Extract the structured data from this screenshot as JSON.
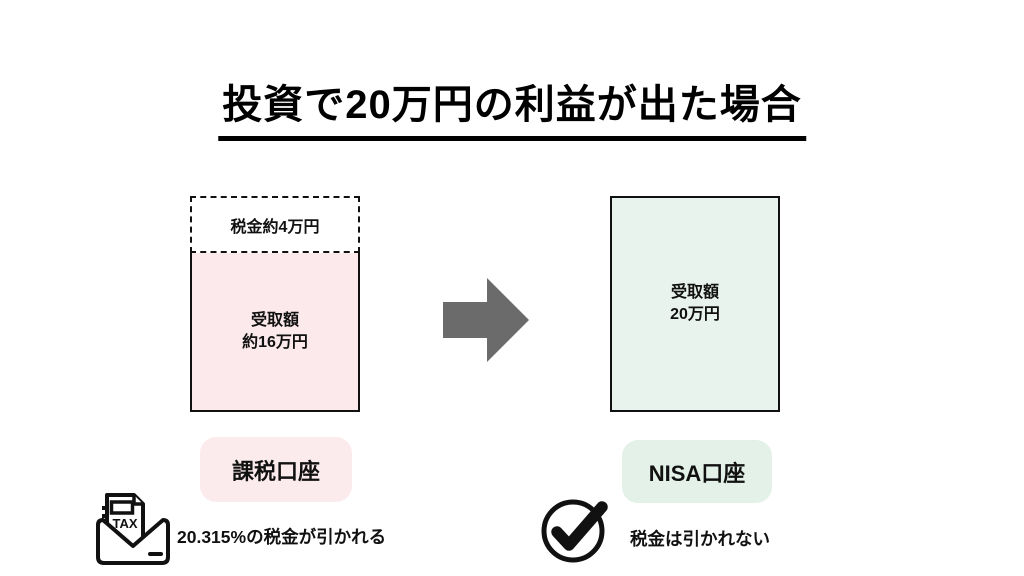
{
  "title": "投資で20万円の利益が出た場合",
  "taxable_account": {
    "tax_box": "税金約4万円",
    "receive_label": "受取額",
    "receive_amount": "約16万円",
    "account_name": "課税口座",
    "note": "20.315%の税金が引かれる"
  },
  "nisa_account": {
    "receive_label": "受取額",
    "receive_amount": "20万円",
    "account_name": "NISA口座",
    "note": "税金は引かれない"
  },
  "icons": {
    "envelope_text": "TAX",
    "arrow": "right-arrow-icon",
    "tax_envelope": "tax-envelope-icon",
    "checkmark": "checkmark-circle-icon"
  },
  "colors": {
    "taxable_pink": "#fce9ec",
    "taxable_pill_pink": "#fcebed",
    "nisa_green": "#e7f3ec",
    "nisa_pill_green": "#e4f1e8",
    "arrow_gray": "#6b6b6b",
    "ink": "#111111",
    "background": "#ffffff"
  }
}
